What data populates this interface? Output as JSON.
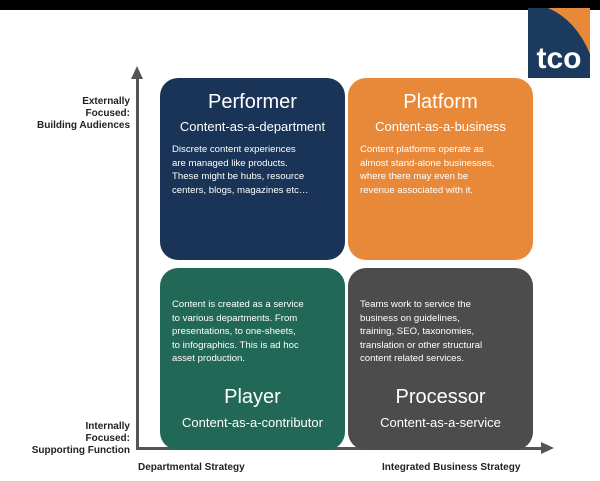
{
  "axes": {
    "y_top_label": [
      "Externally",
      "Focused:",
      "Building Audiences"
    ],
    "y_bottom_label": [
      "Internally",
      "Focused:",
      "Supporting Function"
    ],
    "x_left_label": "Departmental Strategy",
    "x_right_label": "Integrated Business Strategy"
  },
  "logo": {
    "text": "tco",
    "colors": {
      "navy": "#1b3a5e",
      "orange": "#e8893a",
      "white": "#ffffff"
    }
  },
  "quadrants": {
    "performer": {
      "title": "Performer",
      "subtitle": "Content-as-a-department",
      "body": [
        "Discrete content experiences",
        "are managed like products.",
        "These might be hubs, resource",
        "centers, blogs, magazines etc…"
      ],
      "color": "#1a3457"
    },
    "platform": {
      "title": "Platform",
      "subtitle": "Content-as-a-business",
      "body": [
        "Content platforms operate as",
        "almost stand-alone businesses,",
        "where there may even be",
        "revenue associated with it."
      ],
      "color": "#e8893a"
    },
    "player": {
      "title": "Player",
      "subtitle": "Content-as-a-contributor",
      "body": [
        "Content is created as a service",
        "to various departments. From",
        "presentations, to one-sheets,",
        "to infographics. This is ad hoc",
        "asset production."
      ],
      "color": "#226856"
    },
    "processor": {
      "title": "Processor",
      "subtitle": "Content-as-a-service",
      "body": [
        "Teams work to service the",
        "business on guidelines,",
        "training, SEO, taxonomies,",
        "translation or other structural",
        "content related services."
      ],
      "color": "#4c4c4c"
    }
  }
}
